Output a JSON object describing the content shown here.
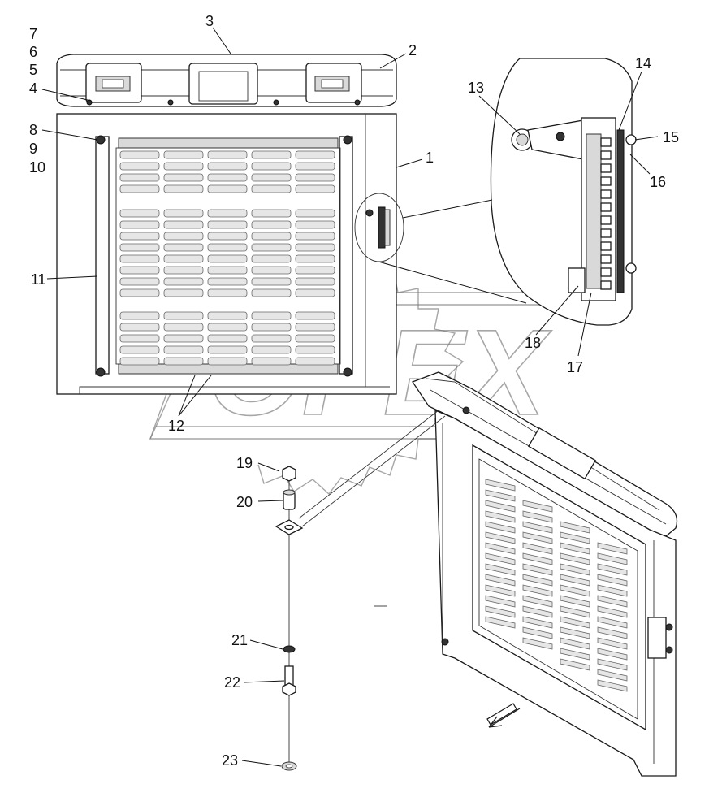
{
  "diagram": {
    "watermark": "OPEX",
    "callouts": [
      "1",
      "2",
      "3",
      "4",
      "5",
      "6",
      "7",
      "8",
      "9",
      "10",
      "11",
      "12",
      "13",
      "14",
      "15",
      "16",
      "17",
      "18",
      "19",
      "20",
      "21",
      "22",
      "23"
    ]
  }
}
